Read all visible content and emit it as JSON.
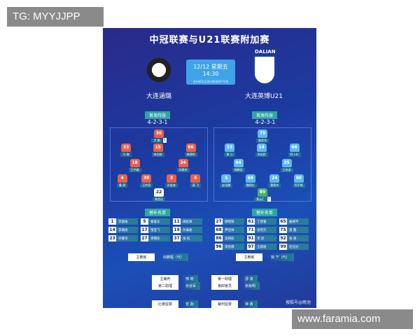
{
  "watermarks": {
    "top": "TG: MYYJJPP",
    "bottom": "www.faramia.com"
  },
  "title": "中冠联赛与U21联赛附加赛",
  "match": {
    "date": "12/12 星期五 14:30",
    "venue": "金州新区足球训练基地7号场"
  },
  "home": {
    "name": "大连涵璐",
    "starting_label": "首发阵容",
    "formation": "4-2-3-1",
    "subs_label": "替补名单",
    "shirt_color": "#e8604a",
    "gk_color": "#ffffff",
    "rows": [
      [
        {
          "n": "36",
          "name": "尹 鹏",
          "c": "C"
        }
      ],
      [
        {
          "n": "33",
          "name": "马 晓"
        },
        {
          "n": "15",
          "name": "李向前"
        },
        {
          "n": "66",
          "name": "周德明"
        }
      ],
      [
        {
          "n": "18",
          "name": "王宇森"
        },
        {
          "n": "24",
          "name": "刘建伟"
        }
      ],
      [
        {
          "n": "4",
          "name": "曹 斌"
        },
        {
          "n": "38",
          "name": "王传奇"
        },
        {
          "n": "3",
          "name": "孙金林"
        },
        {
          "n": "6",
          "name": "高 飞"
        }
      ],
      [
        {
          "n": "22",
          "name": "林思远",
          "gk": true
        }
      ]
    ],
    "subs": [
      {
        "n": "1",
        "name": "李晨皓"
      },
      {
        "n": "5",
        "name": "秦俊东"
      },
      {
        "n": "11",
        "name": "胡延锋"
      },
      {
        "n": "14",
        "name": "李璐扬"
      },
      {
        "n": "17",
        "name": "邹亚飞"
      },
      {
        "n": "19",
        "name": "孙满意"
      },
      {
        "n": "23",
        "name": "许健深"
      },
      {
        "n": "27",
        "name": "李锦民"
      },
      {
        "n": "37",
        "name": "张 权"
      }
    ],
    "coach_label": "主教练",
    "coach": "尚鹏程（代）"
  },
  "away": {
    "name": "大连英博U21",
    "logo_text": "DALIAN",
    "starting_label": "首发阵容",
    "formation": "4-2-3-1",
    "subs_label": "替补名单",
    "shirt_color": "#5fb8ec",
    "gk_color": "#4caf6a",
    "rows": [
      [
        {
          "n": "79",
          "name": "崔思杰"
        }
      ],
      [
        {
          "n": "23",
          "name": "黄 山"
        },
        {
          "n": "14",
          "name": "尚宏超"
        },
        {
          "n": "66",
          "name": "阿卜杜"
        }
      ],
      [
        {
          "n": "64",
          "name": "杨鹏程"
        },
        {
          "n": "35",
          "name": "王启迪"
        }
      ],
      [
        {
          "n": "5",
          "name": "赵浩鹏"
        },
        {
          "n": "69",
          "name": "魏锦亿"
        },
        {
          "n": "24",
          "name": "董德杰"
        },
        {
          "n": "90",
          "name": "阿不都"
        }
      ],
      [
        {
          "n": "89",
          "name": "黄云汇",
          "gk": true,
          "c": "C"
        }
      ]
    ],
    "subs": [
      {
        "n": "27",
        "name": "杨昭锐"
      },
      {
        "n": "61",
        "name": "丁煜睿"
      },
      {
        "n": "65",
        "name": "曲德平"
      },
      {
        "n": "68",
        "name": "尹佳林"
      },
      {
        "n": "71",
        "name": "张雪元"
      },
      {
        "n": "75",
        "name": "聂 鑫"
      },
      {
        "n": "86",
        "name": "沈莉玖"
      },
      {
        "n": "91",
        "name": "李 昇"
      },
      {
        "n": "92",
        "name": "张 禹"
      },
      {
        "n": "96",
        "name": "李各霖"
      },
      {
        "n": "97",
        "name": "王跃皓"
      },
      {
        "n": "99",
        "name": "毛任达"
      }
    ],
    "coach_label": "主教练",
    "coach": "徐 宁（代）"
  },
  "officials": [
    {
      "role": "主裁判",
      "name": "邢 晓"
    },
    {
      "role": "第一助理",
      "name": "邵 波"
    },
    {
      "role": "第二助理",
      "name": "张道军"
    },
    {
      "role": "第四官员",
      "name": "张栋明"
    },
    {
      "role": "比赛监督",
      "name": "曾 励"
    },
    {
      "role": "裁判监督",
      "name": "钟 勇"
    }
  ],
  "credit": "搜狐号@晚池"
}
